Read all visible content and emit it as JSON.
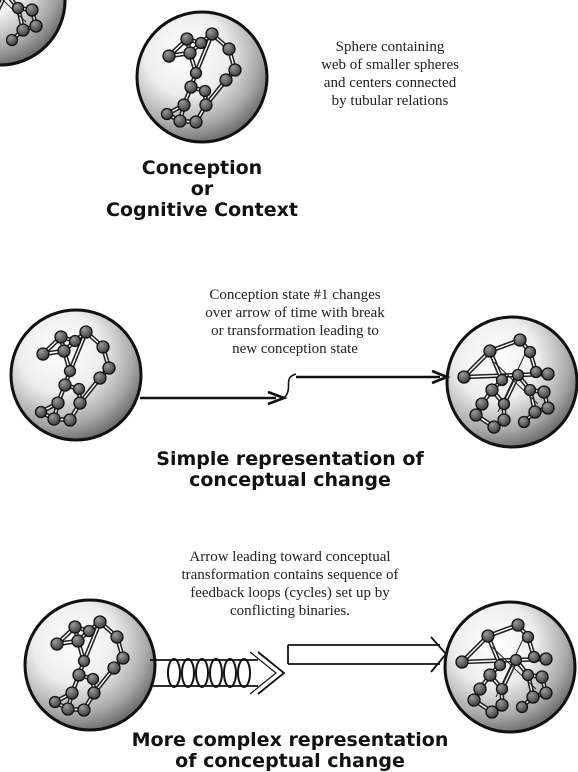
{
  "section1": {
    "note": [
      "Sphere containing",
      "web of smaller spheres",
      "and centers connected",
      "by tubular relations"
    ],
    "caption": [
      "Conception",
      "or",
      "Cognitive Context"
    ]
  },
  "section2": {
    "note": [
      "Conception state #1 changes",
      "over arrow of time with break",
      "or  transformation leading to",
      "new conception state"
    ],
    "caption": [
      "Simple representation of",
      "conceptual change"
    ]
  },
  "section3": {
    "note": [
      "Arrow leading toward conceptual",
      "transformation contains sequence of",
      "feedback loops (cycles) set up by",
      "conflicting binaries."
    ],
    "caption": [
      "More complex representation",
      "of conceptual change"
    ]
  }
}
